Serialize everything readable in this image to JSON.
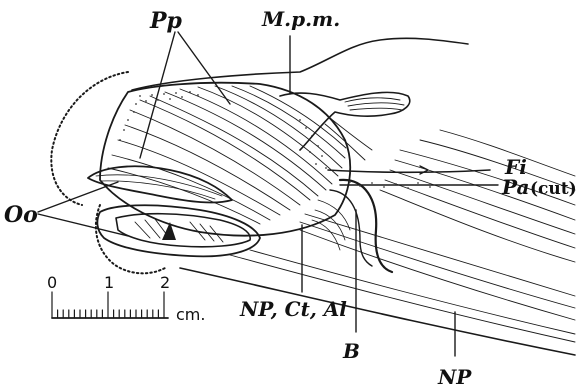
{
  "labels": {
    "pp": "Pp",
    "mpm": "M.p.m.",
    "fi": "Fi",
    "pa": "Pa",
    "pa_cut": "(cut)",
    "oo": "Oo",
    "np_ct_al": "NP, Ct, Al",
    "b": "B",
    "np": "NP"
  },
  "scale_bar": {
    "ticks": [
      "0",
      "1",
      "2"
    ],
    "unit": "cm."
  }
}
